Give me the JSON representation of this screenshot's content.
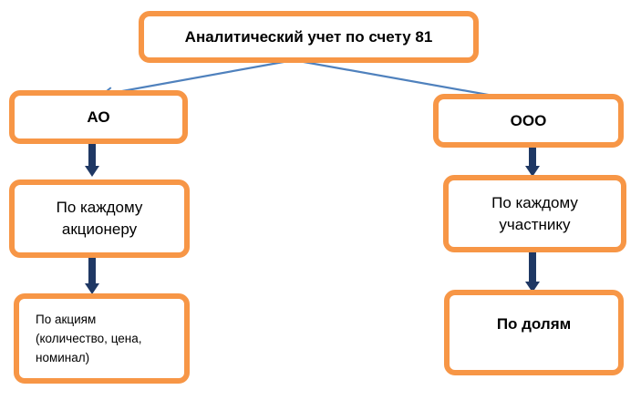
{
  "colors": {
    "box_border": "#f79646",
    "blue_connector": "#4f81bd",
    "navy_arrow": "#1f3864"
  },
  "nodes": {
    "root": "Аналитический учет по счету 81",
    "ao": "АО",
    "ooo": "ООО",
    "ao_each": [
      "По каждому",
      "акционеру"
    ],
    "ooo_each": [
      "По каждому",
      "участнику"
    ],
    "ao_shares": [
      "По акциям",
      "(количество, цена,",
      "номинал)"
    ],
    "ooo_shares": "По долям"
  }
}
